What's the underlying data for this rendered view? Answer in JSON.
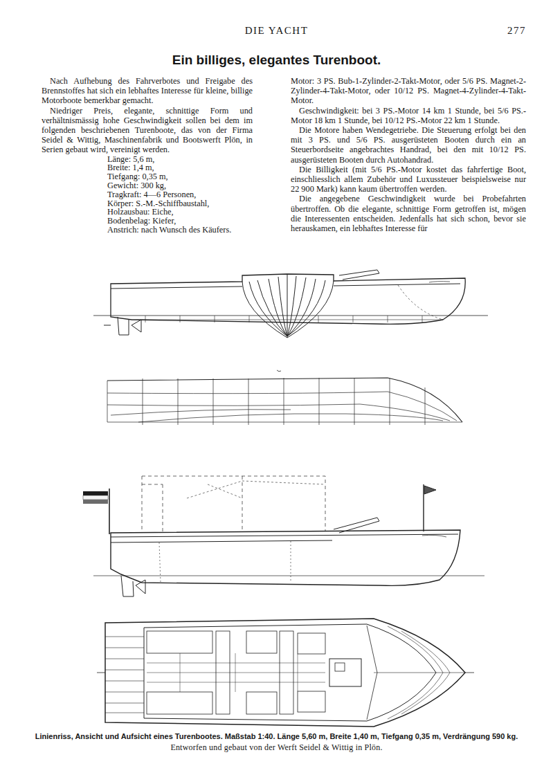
{
  "diagram": {
    "title": "Ein billiges, elegantes Turenboot.",
    "caption": "Linienriss, Ansicht und Aufsicht eines Turenbootes. Maßstab 1:40. Länge 5,60 m, Breite 1,40 m, Tiefgang 0,35 m, Verdrängung 590 kg.",
    "labels": [
      "DIE YACHT",
      "277",
      "Nach Aufhebung des Fahrverbotes und Freigabe des Brennstoffes hat sich ein lebhaftes Interesse für kleine, billige Motorboote bemerkbar gemacht.",
      "Niedriger Preis, elegante, schnittige Form und verhältnismässig hohe Geschwindigkeit sollen bei dem im folgenden beschriebenen Turenboote, das von der Firma Seidel & Wittig, Maschinenfabrik und Bootswerft Plön, in Serien gebaut wird, vereinigt werden.",
      "Länge: 5,6 m,",
      "Breite: 1,4 m,",
      "Tiefgang: 0,35 m,",
      "Gewicht: 300 kg,",
      "Tragkraft: 4—6 Personen,",
      "Körper: S.-M.-Schiffbaustahl,",
      "Holzausbau: Eiche,",
      "Bodenbelag: Kiefer,",
      "Anstrich: nach Wunsch des Käufers.",
      "Motor: 3 PS. Bub-1-Zylinder-2-Takt-Motor, oder 5/6 PS. Magnet-2-Zylinder-4-Takt-Motor, oder 10/12 PS. Magnet-4-Zylinder-4-Takt-Motor.",
      "Geschwindigkeit: bei 3 PS.-Motor 14 km 1 Stunde, bei 5/6 PS.-Motor 18 km 1 Stunde, bei 10/12 PS.-Motor 22 km 1 Stunde.",
      "Die Motore haben Wendegetriebe. Die Steuerung erfolgt bei den mit 3 PS. und 5/6 PS. ausgerüsteten Booten durch ein an Steuerbordseite angebrachtes Handrad, bei den mit 10/12 PS. ausgerüsteten Booten durch Autohandrad.",
      "Die Billigkeit (mit 5/6 PS.-Motor kostet das fahrfertige Boot, einschliesslich allem Zubehör und Luxussteuer beispielsweise nur 22 900 Mark) kann kaum übertroffen werden.",
      "Die angegebene Geschwindigkeit wurde bei Probefahrten übertroffen. Ob die elegante, schnittige Form getroffen ist, mögen die Interessenten entscheiden. Jedenfalls hat sich schon, bevor sie herauskamen, ein lebhaftes Interesse für",
      "Entworfen und gebaut von der Werft Seidel & Wittig in Plön."
    ]
  }
}
